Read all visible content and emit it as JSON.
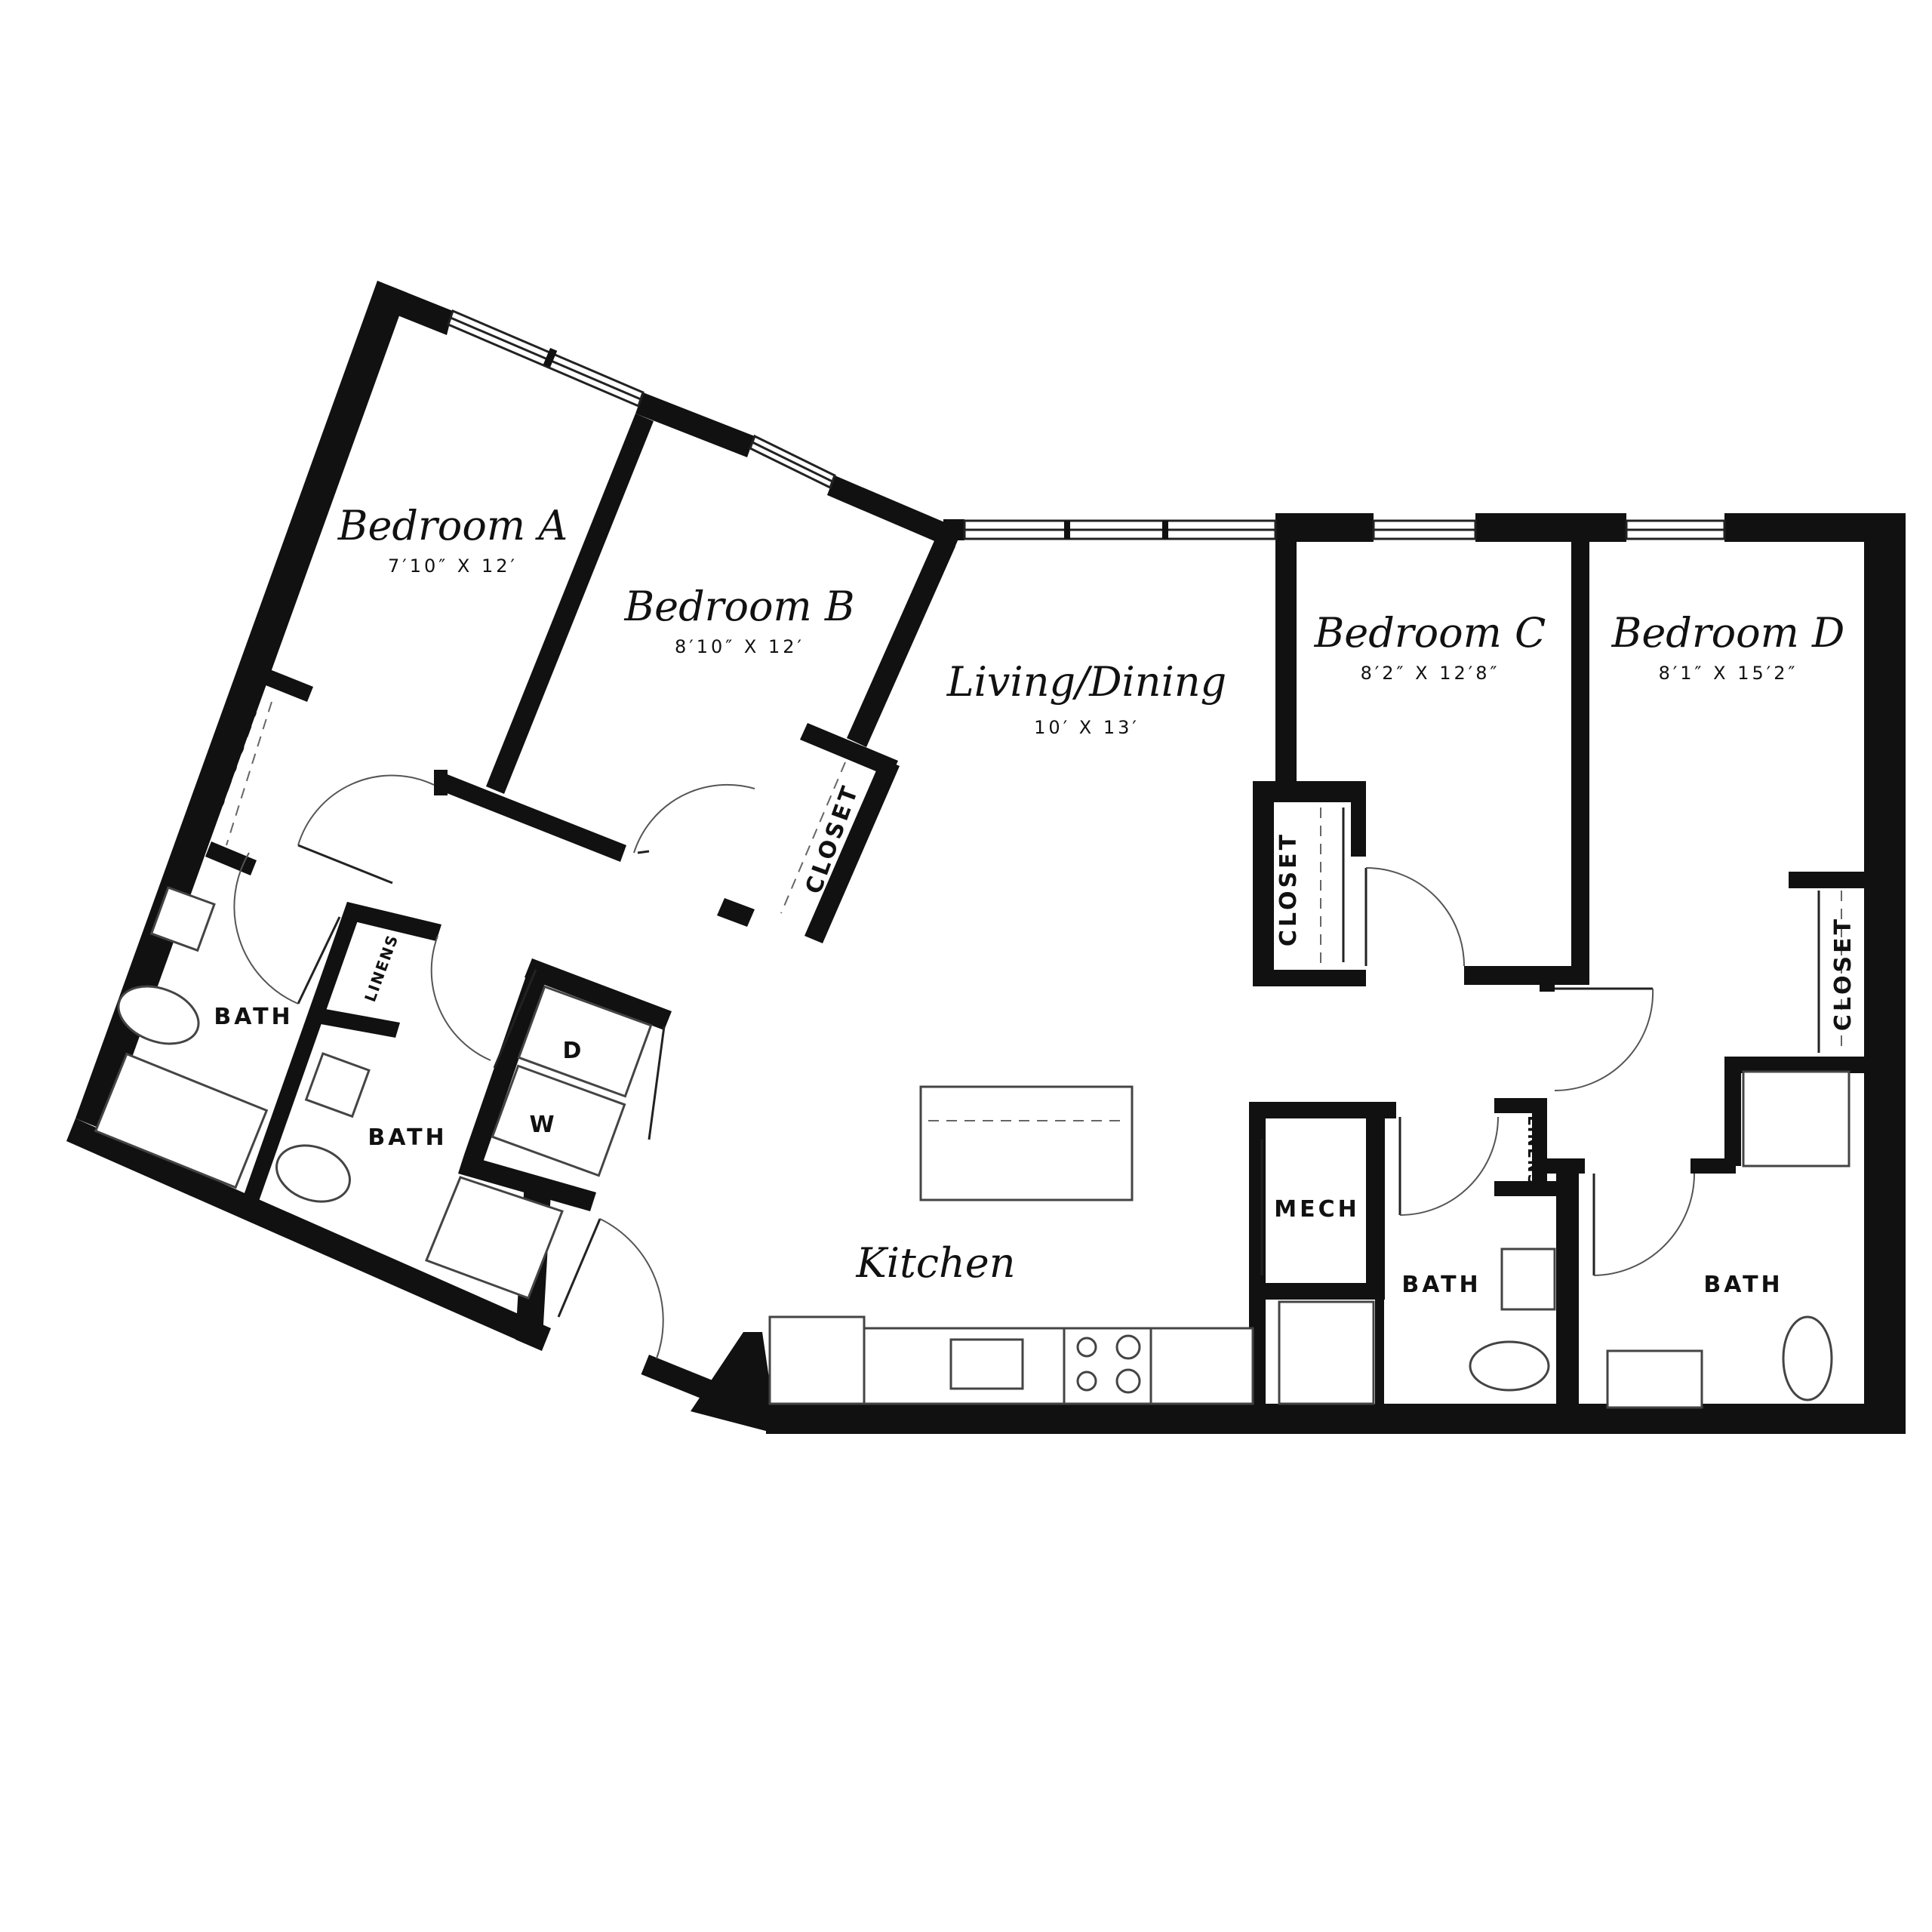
{
  "rooms": {
    "bedroom_a": {
      "name": "Bedroom A",
      "dims": "7′10″ X 12′"
    },
    "bedroom_b": {
      "name": "Bedroom B",
      "dims": "8′10″ X 12′"
    },
    "bedroom_c": {
      "name": "Bedroom C",
      "dims": "8′2″ X 12′8″"
    },
    "bedroom_d": {
      "name": "Bedroom D",
      "dims": "8′1″ X 15′2″"
    },
    "living_dining": {
      "name": "Living/Dining",
      "dims": "10′ X 13′"
    },
    "kitchen": {
      "name": "Kitchen"
    }
  },
  "labels": {
    "closet": "CLOSET",
    "bath": "BATH",
    "linens": "LINENS",
    "mech": "MECH",
    "dryer": "D",
    "washer": "W"
  },
  "colors": {
    "wall": "#111111",
    "background": "#ffffff"
  }
}
